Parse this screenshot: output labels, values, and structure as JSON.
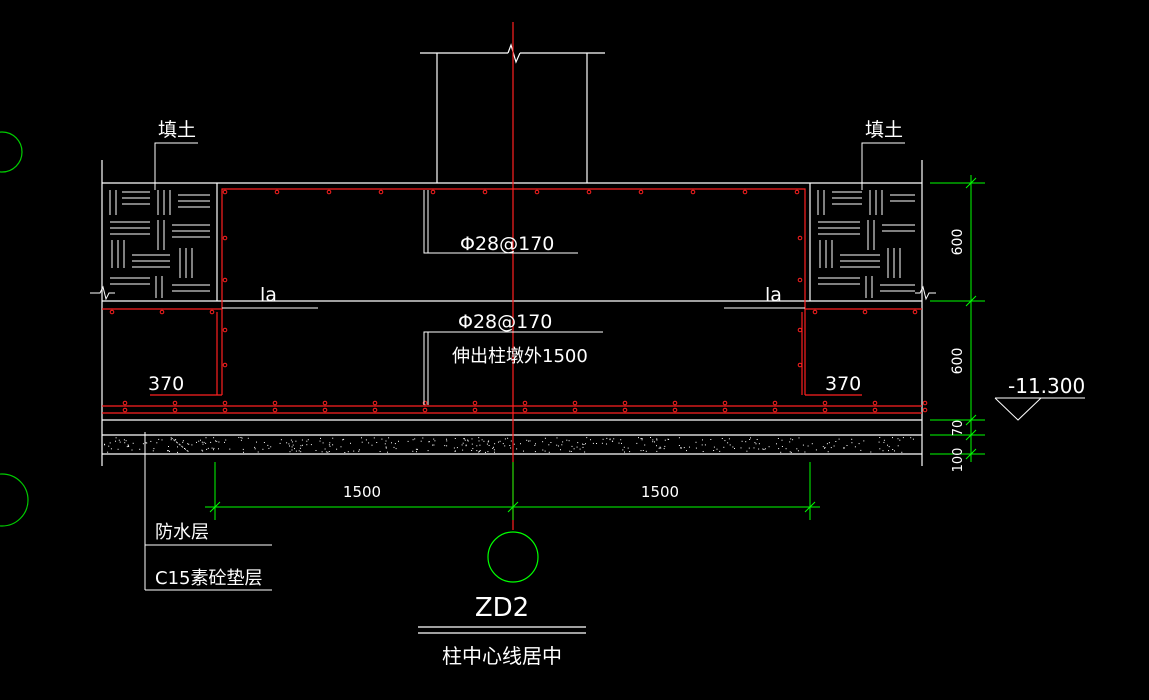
{
  "labels": {
    "fill_left": "填土",
    "fill_right": "填土",
    "rebar_top": "Φ28@170",
    "rebar_mid": "Φ28@170",
    "extend_note": "伸出柱墩外1500",
    "la_left": "la",
    "la_right": "la",
    "hook_left": "370",
    "hook_right": "370",
    "elevation": "-11.300",
    "waterproof": "防水层",
    "cushion": "C15素砼垫层",
    "title": "ZD2",
    "subtitle": "柱中心线居中"
  },
  "dimensions": {
    "right": [
      "600",
      "600",
      "70",
      "100"
    ],
    "bottom": [
      "1500",
      "1500"
    ]
  },
  "colors": {
    "background": "#000000",
    "line": "#ffffff",
    "rebar": "#ff2020",
    "dimension": "#00ff00",
    "axis_circle": "#00cc00"
  }
}
